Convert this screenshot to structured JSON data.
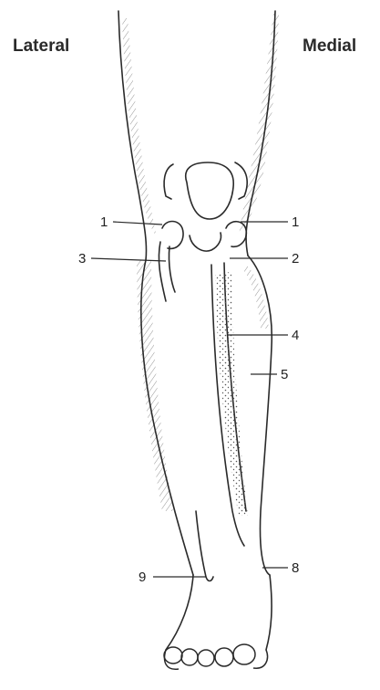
{
  "labels": {
    "lateral": "Lateral",
    "medial": "Medial"
  },
  "markers": [
    {
      "id": "1-left",
      "text": "1"
    },
    {
      "id": "1-right",
      "text": "1"
    },
    {
      "id": "2",
      "text": "2"
    },
    {
      "id": "3",
      "text": "3"
    },
    {
      "id": "4",
      "text": "4"
    },
    {
      "id": "5",
      "text": "5"
    },
    {
      "id": "8",
      "text": "8"
    },
    {
      "id": "9",
      "text": "9"
    }
  ],
  "colors": {
    "ink": "#2a2a2a",
    "background": "#ffffff",
    "stipple": "#555555"
  }
}
